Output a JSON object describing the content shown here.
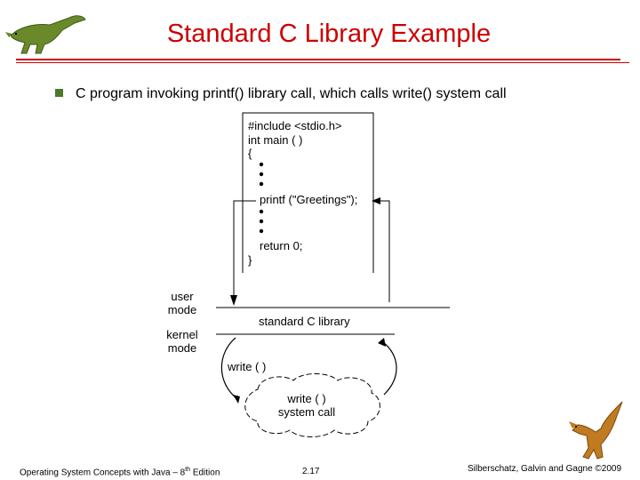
{
  "slide": {
    "title": "Standard C Library Example",
    "bullet": "C program invoking printf() library call, which calls write() system call"
  },
  "code": {
    "line1": "#include <stdio.h>",
    "line2": "int main ( )",
    "line3": "{",
    "line4": "printf (\"Greetings\");",
    "line5": "return 0;",
    "line6": "}"
  },
  "diagram": {
    "user_mode": [
      "user",
      "mode"
    ],
    "kernel_mode": [
      "kernel",
      "mode"
    ],
    "library_label": "standard C library",
    "write_label": "write ( )",
    "syscall_label": [
      "write ( )",
      "system call"
    ]
  },
  "footer": {
    "left": "Operating System Concepts with Java – 8",
    "left_sup": "th",
    "left_suffix": " Edition",
    "page": "2.17",
    "right": "Silberschatz, Galvin and Gagne ©2009"
  },
  "colors": {
    "title": "#cc0000",
    "bullet": "#4a7a2a"
  },
  "icons": {
    "top_left": "dinosaur-icon",
    "bottom_right": "dinosaur-icon"
  }
}
